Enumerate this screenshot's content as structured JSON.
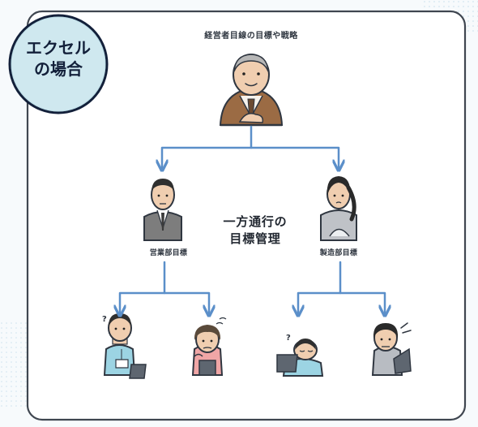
{
  "badge": {
    "line1": "エクセル",
    "line2": "の場合"
  },
  "top": {
    "label": "経営者目線の目標や戦略"
  },
  "center": {
    "line1": "一方通行の",
    "line2": "目標管理"
  },
  "departments": {
    "sales": "営業部目標",
    "mfg": "製造部目標"
  },
  "colors": {
    "arrow": "#5b8fc9",
    "frame": "#3f4650",
    "badge_fill": "#cfe8ef",
    "background": "#f7fafc"
  }
}
